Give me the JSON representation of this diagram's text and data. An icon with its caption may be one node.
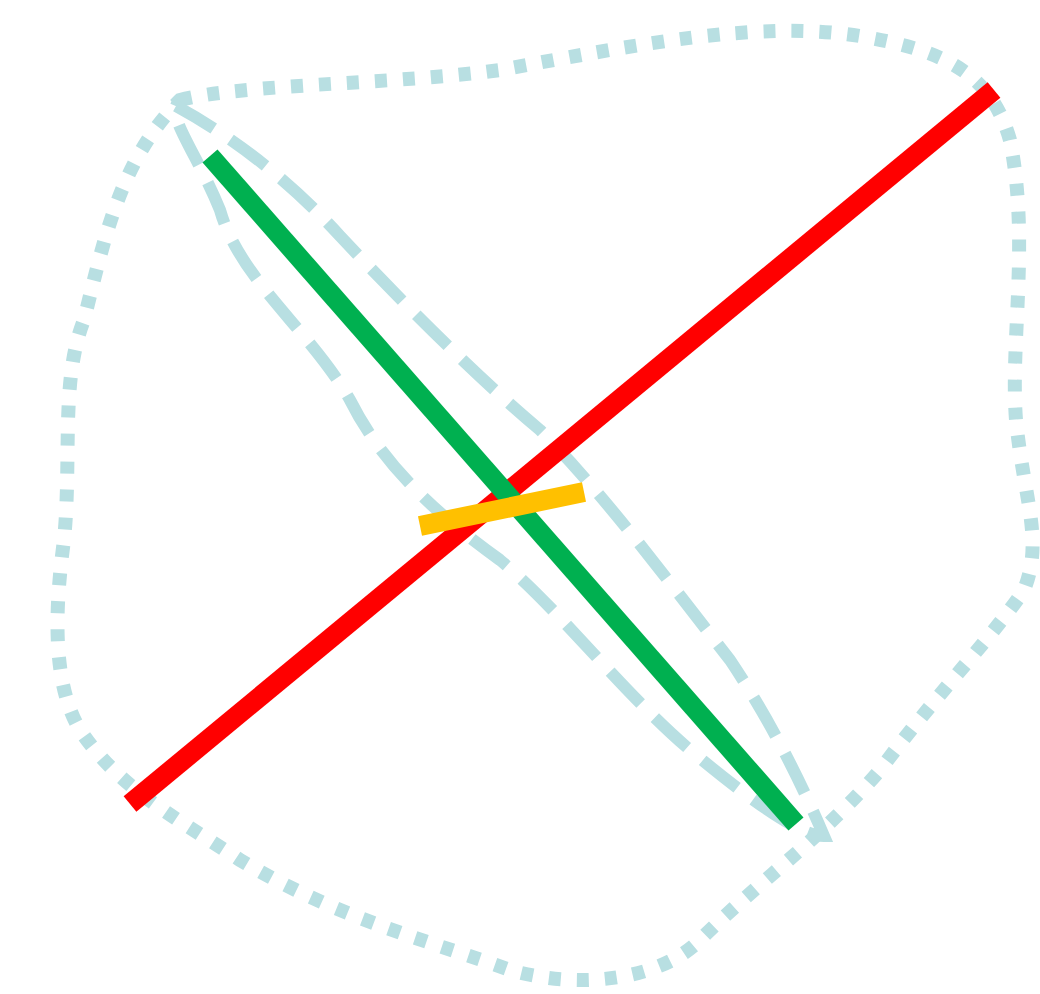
{
  "diagram": {
    "nodes": [
      {
        "text": [],
        "shape": "cloud"
      },
      {
        "text": [],
        "shape": "ellipse",
        "in": 0
      }
    ]
  }
}
